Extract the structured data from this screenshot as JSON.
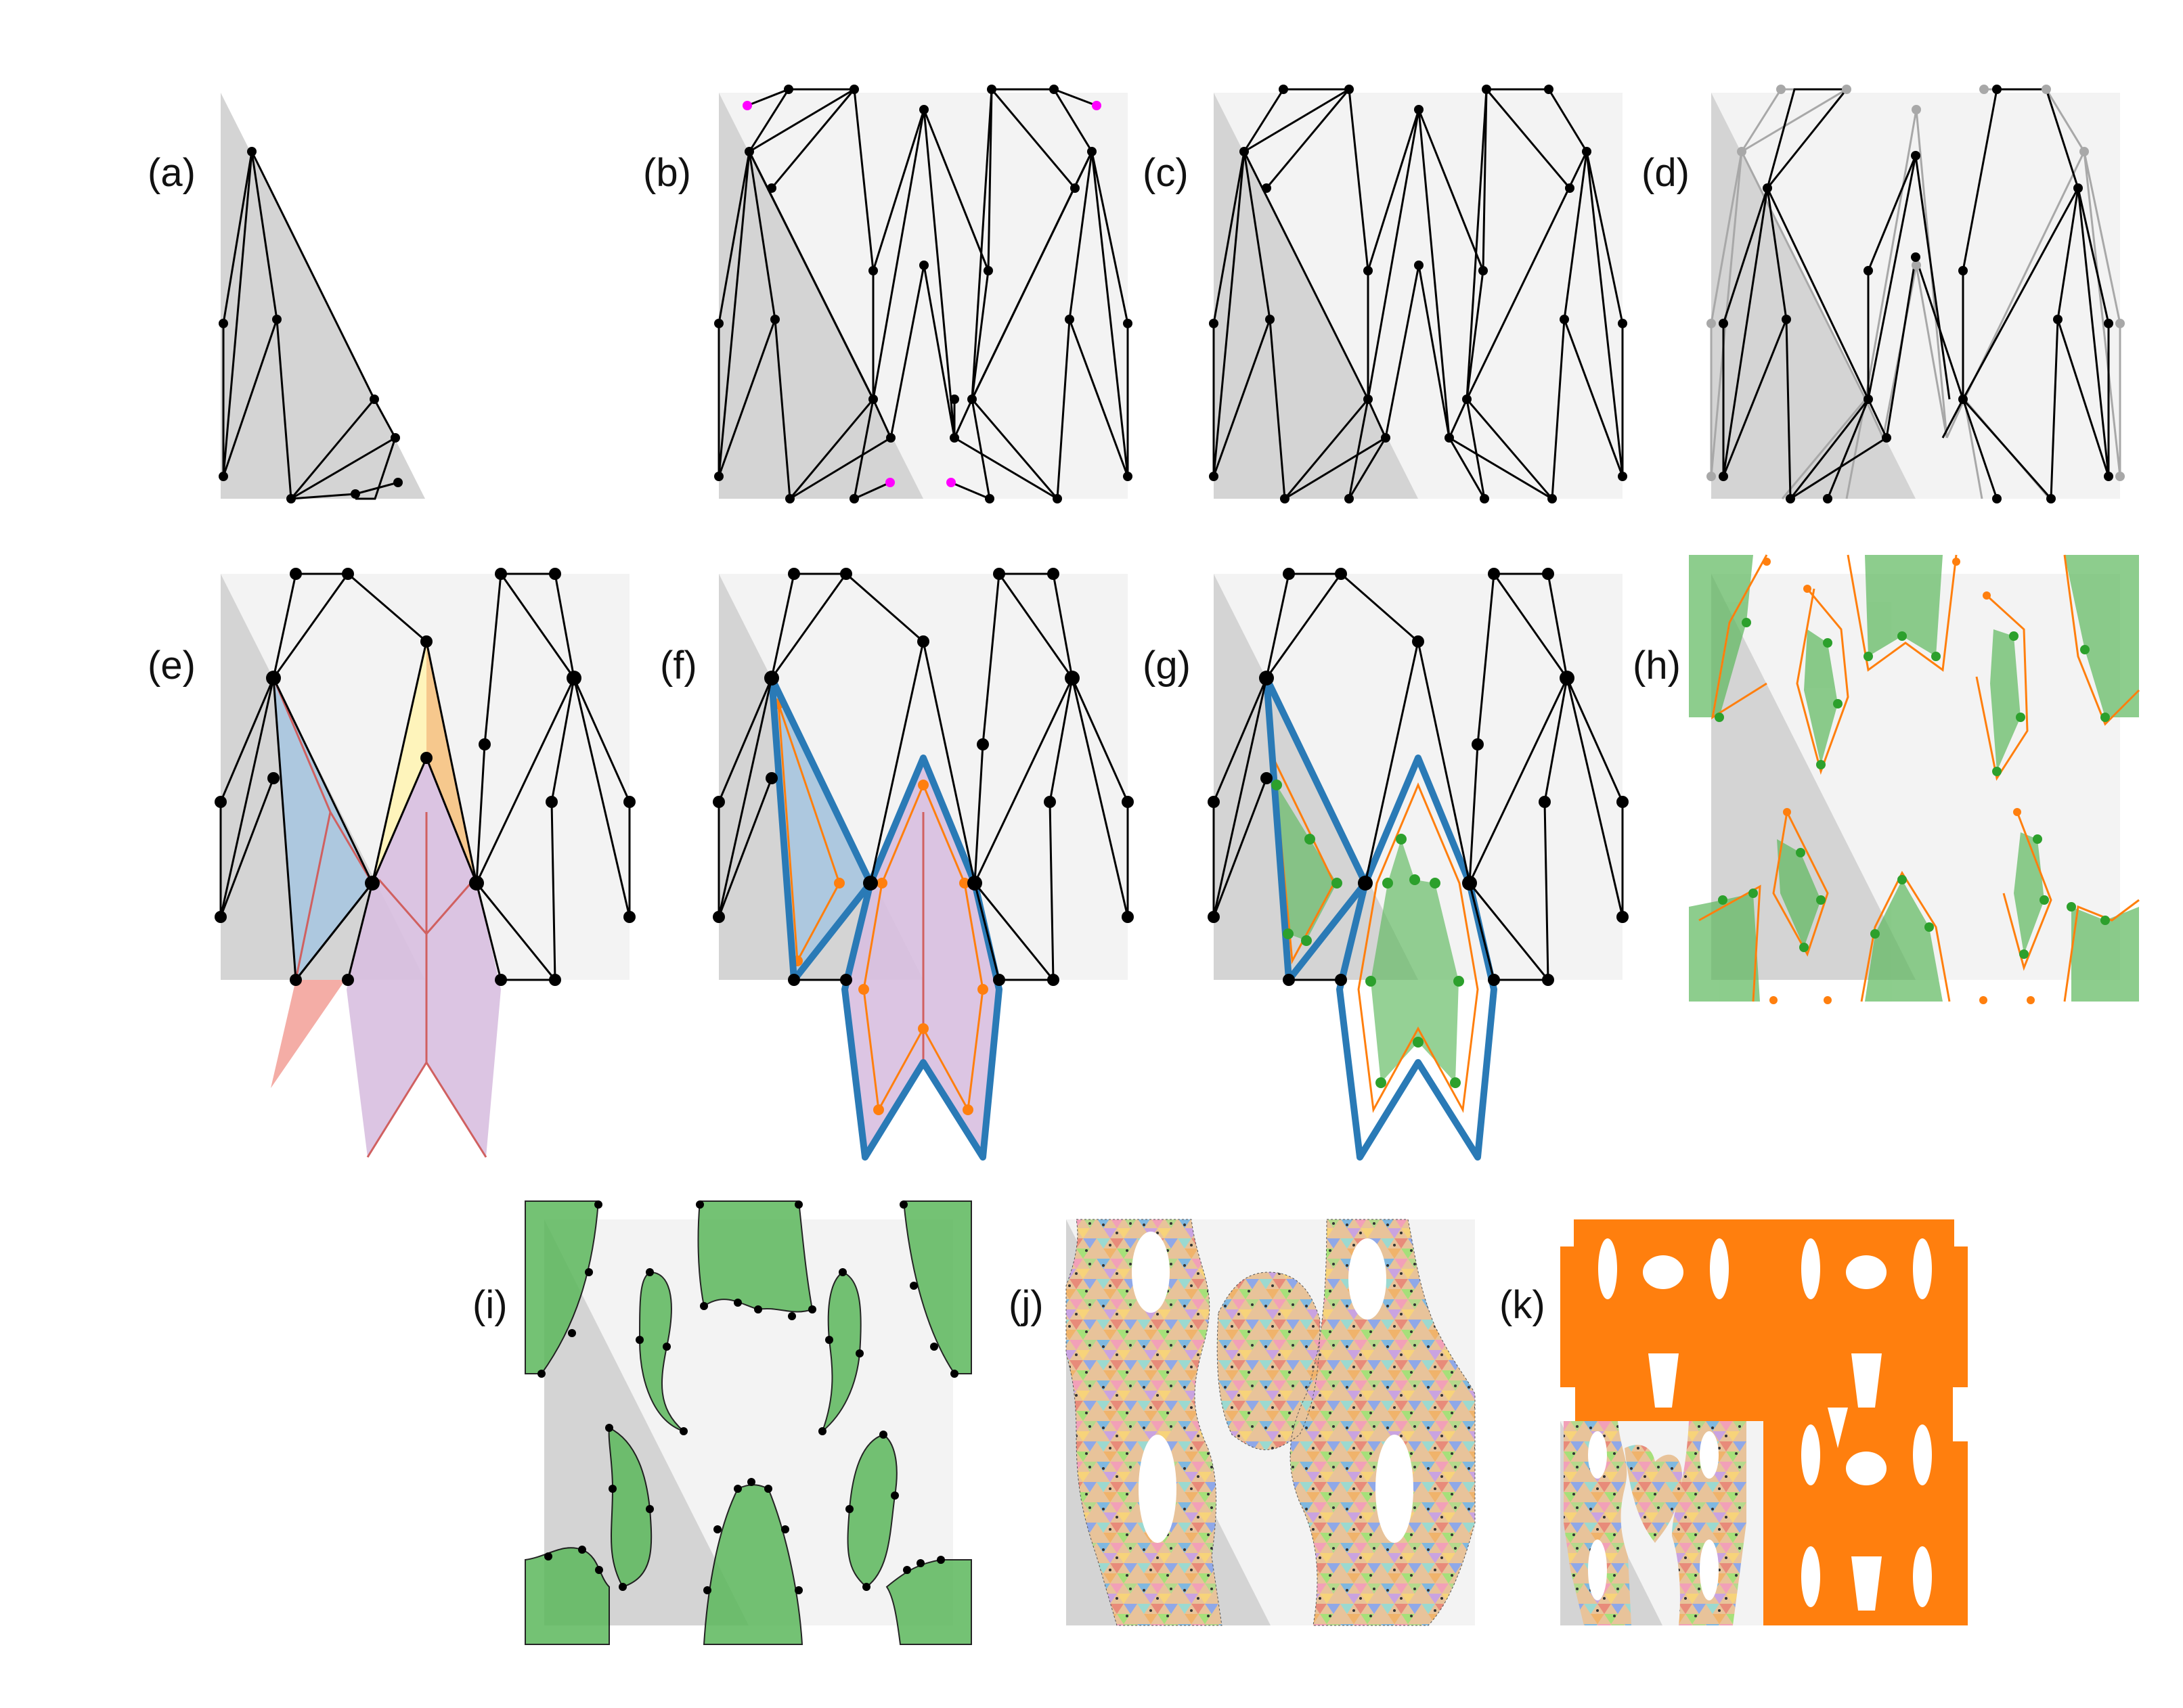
{
  "panels": [
    {
      "id": "a",
      "label": "(a)"
    },
    {
      "id": "b",
      "label": "(b)"
    },
    {
      "id": "c",
      "label": "(c)"
    },
    {
      "id": "d",
      "label": "(d)"
    },
    {
      "id": "e",
      "label": "(e)"
    },
    {
      "id": "f",
      "label": "(f)"
    },
    {
      "id": "g",
      "label": "(g)"
    },
    {
      "id": "h",
      "label": "(h)"
    },
    {
      "id": "i",
      "label": "(i)"
    },
    {
      "id": "j",
      "label": "(j)"
    },
    {
      "id": "k",
      "label": "(k)"
    }
  ],
  "colors": {
    "background_square": "#f3f3f3",
    "fundamental_triangle": "#d4d4d4",
    "graph_edge": "#000000",
    "ghost_edge": "#a8a8a8",
    "highlight_node": "#ff00ff",
    "cell_blue": "#a9c6e0",
    "cell_purple": "#d8bfe0",
    "cell_yellow": "#fff3b0",
    "cell_orange": "#f6c07a",
    "cell_red": "#f08a80",
    "medial_red": "#d06060",
    "outline_blue": "#2a7ab6",
    "inner_orange": "#ff7f0e",
    "fill_green": "#5cb85c",
    "node_green": "#2ca02c",
    "final_orange": "#ff7f0e"
  }
}
